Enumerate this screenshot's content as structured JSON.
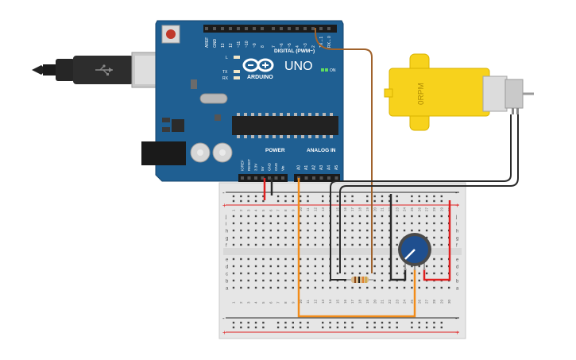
{
  "arduino": {
    "brand": "ARDUINO",
    "model": "UNO",
    "on_label": "ON",
    "digital_label": "DIGITAL (PWM~)",
    "power_label": "POWER",
    "analog_label": "ANALOG IN",
    "tx_label": "TX",
    "rx_label": "RX",
    "l_label": "L",
    "digital_pins": [
      "AREF",
      "GND",
      "13",
      "12",
      "~11",
      "~10",
      "~9",
      "8",
      "7",
      "~6",
      "~5",
      "4",
      "~3",
      "2",
      "TX→1",
      "RX←0"
    ],
    "power_pins": [
      "IOREF",
      "RESET",
      "3.3V",
      "5V",
      "GND",
      "GND",
      "Vin"
    ],
    "analog_pins": [
      "A0",
      "A1",
      "A2",
      "A3",
      "A4",
      "A5"
    ]
  },
  "motor": {
    "label": "0RPM"
  },
  "breadboard": {
    "rail_plus": "+",
    "rail_minus": "-",
    "top_rows": [
      "j",
      "i",
      "h",
      "g",
      "f"
    ],
    "bottom_rows": [
      "e",
      "d",
      "c",
      "b",
      "a"
    ],
    "column_numbers": [
      "1",
      "2",
      "3",
      "4",
      "5",
      "6",
      "7",
      "8",
      "9",
      "10",
      "11",
      "12",
      "13",
      "14",
      "15",
      "16",
      "17",
      "18",
      "19",
      "20",
      "21",
      "22",
      "23",
      "24",
      "25",
      "26",
      "27",
      "28",
      "29",
      "30"
    ]
  },
  "colors": {
    "board_blue": "#1f5f92",
    "header_black": "#1b1b1b",
    "motor_yellow": "#f7d21c",
    "wire_red": "#e02020",
    "wire_black": "#2a2a2a",
    "wire_orange": "#f28c1a",
    "wire_brown": "#a0622b",
    "pot_blue": "#1f4f8f"
  }
}
